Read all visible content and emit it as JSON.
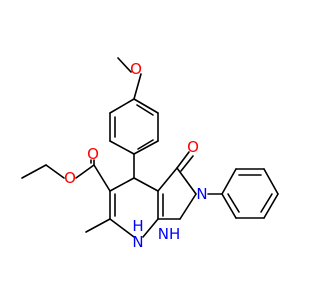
{
  "molecule": {
    "atom_labels": {
      "methoxy_o": "O",
      "ketone_o": "O",
      "ester_carbonyl_o": "O",
      "ester_o": "O",
      "n_phenyl": "N",
      "nh_ring": "NH",
      "h_nh7": "H",
      "n_nh7": "N"
    },
    "colors": {
      "bond": "#000000",
      "oxygen": "#ff0000",
      "nitrogen": "#0000ff"
    }
  }
}
